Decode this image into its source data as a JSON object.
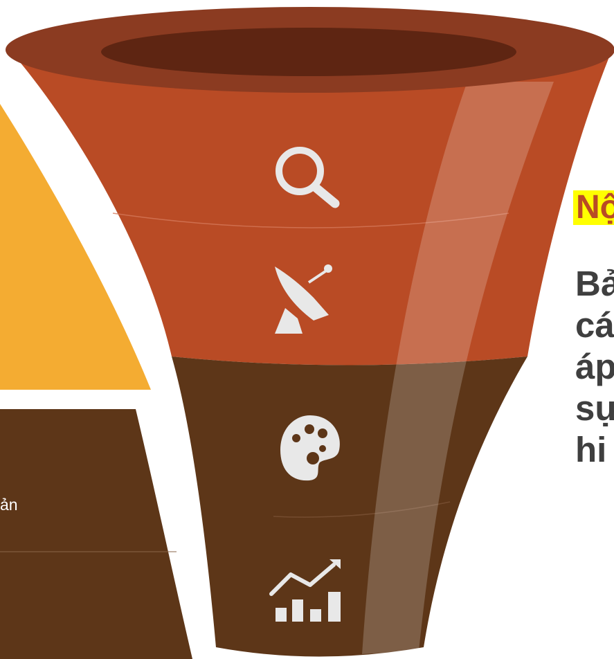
{
  "colors": {
    "rust": "#b94b25",
    "rim": "#8b3b21",
    "inner": "#5e2512",
    "brown": "#5d3618",
    "yellow": "#f4ac32",
    "icon": "#e8e8e8",
    "highlight": "#ffff00",
    "text": "#3f3f3f"
  },
  "funnel": {
    "stages": [
      {
        "icon": "search-icon"
      },
      {
        "icon": "satellite-dish-icon"
      },
      {
        "icon": "palette-icon"
      },
      {
        "icon": "growth-chart-icon"
      }
    ]
  },
  "left_panel": {
    "text_fragment": "ản"
  },
  "right_panel": {
    "heading": "Nộ",
    "lines": [
      "Bả",
      "cá",
      "áp",
      "sự",
      "hi"
    ]
  }
}
